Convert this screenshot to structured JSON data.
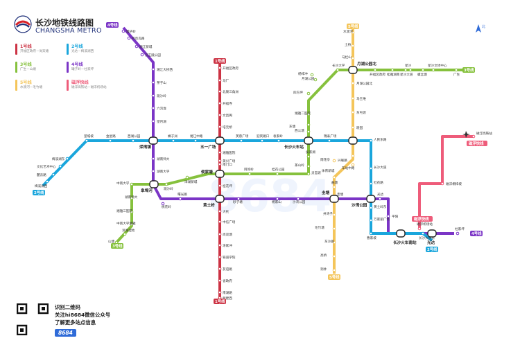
{
  "title": {
    "cn": "长沙地铁线路图",
    "en": "CHANGSHA METRO"
  },
  "colors": {
    "line1": "#cc3344",
    "line2": "#1aa6dc",
    "line3": "#86c13d",
    "line4": "#7b35c6",
    "line5": "#f4c55a",
    "maglev": "#ee5c7a",
    "brand": "#1e2f78"
  },
  "legend": [
    {
      "name": "1号线",
      "route": "开福区政府－尚双塘",
      "color": "#cc3344"
    },
    {
      "name": "2号线",
      "route": "光达－梅溪湖西",
      "color": "#1aa6dc"
    },
    {
      "name": "3号线",
      "route": "广生－山塘",
      "color": "#86c13d"
    },
    {
      "name": "4号线",
      "route": "罐子岭－杜家坪",
      "color": "#7b35c6"
    },
    {
      "name": "5号线",
      "route": "水渡河－毛竹塘",
      "color": "#f4c55a"
    },
    {
      "name": "磁浮快线",
      "route": "磁浮高铁站－磁浮机场站",
      "color": "#ee5c7a"
    }
  ],
  "tags": {
    "l1_top": "1号线",
    "l1_bottom": "1号线",
    "l2_left": "2号线",
    "l2_right": "2号线",
    "l3_left": "3号线",
    "l3_right": "3号线",
    "l4_top": "4号线",
    "l4_right": "4号线",
    "l5_top": "5号线",
    "l5_bottom": "5号线",
    "maglev_a": "磁浮快线",
    "maglev_b": "磁浮快线"
  },
  "transfer_stations": {
    "s1": "溁湾镇",
    "s2": "五一广场",
    "s3": "长沙火车站",
    "s4": "侯家塘",
    "s5": "阜埠河",
    "s6": "黄土岭",
    "s7": "月湖公园北",
    "s8": "沙湾公园",
    "s9": "圭塘",
    "s10": "长沙火车南站",
    "s11": "光达"
  },
  "stations": {
    "l1": [
      "开福区政府",
      "马厂",
      "北辰三角洲",
      "开福寺",
      "文昌阁",
      "培元桥",
      "湘雅医院",
      "黄兴广场",
      "南门口",
      "桂花坪",
      "大托",
      "中信广场",
      "尚双塘",
      "涂家冲",
      "铁道学院",
      "友谊路",
      "省政府",
      "南湖路",
      "新建西"
    ],
    "l2": [
      "梅溪湖西",
      "麓云路",
      "文化艺术中心",
      "梅溪湖东",
      "望城坡",
      "金星路",
      "西湖公园",
      "橘子洲",
      "湘江中路",
      "芙蓉广场",
      "迎宾路口",
      "袁家岭",
      "锦泰广场",
      "人民东路",
      "长沙大道",
      "杜花路",
      "黄土岭东",
      "万家丽广场",
      "曹家坡",
      "长沙大道东"
    ],
    "l3": [
      "广生",
      "星沙文体中心",
      "星沙",
      "松雅湖南",
      "长沙大学",
      "开福区政府",
      "四方坪",
      "湘雅二医院",
      "东塘",
      "侯家湖",
      "桂花公园",
      "阿弥岭",
      "中南大学",
      "湖南师大",
      "湘雅三医院",
      "中南大学湘雅",
      "洋湖湿地",
      "山塘",
      "灵官渡",
      "洋湖新城",
      "观沙岭",
      "月湖公园",
      "星沙大道",
      "螺丝塘",
      "杨梓冲",
      "西公塘",
      "茶山岭"
    ],
    "l4": [
      "罐子岭",
      "月亮岛路",
      "湘江新城",
      "汉王陵公园",
      "湘江大桥西",
      "茶子山",
      "观沙岭",
      "六沟垅",
      "望月湖",
      "湖南师大",
      "湖南大学",
      "桃花岭",
      "曙光路",
      "砂子塘",
      "杨家山",
      "沙湾公园",
      "平阳",
      "杜家坪",
      "光达"
    ],
    "l5": [
      "水渡河",
      "土桥",
      "马栏山",
      "月湖公园北",
      "马王堆",
      "东屯渡",
      "晓园",
      "体育新城",
      "雨花亭",
      "井湾子",
      "毛竹塘",
      "东沙路",
      "高桥",
      "洞井",
      "兴联路",
      "车站中路",
      "曲塘",
      "圭塘"
    ],
    "maglev": [
      "磁浮高铁站",
      "磁浮机场站",
      "磁浮桐梓坡"
    ]
  },
  "qr": {
    "line1": "识别二维码",
    "line2": "关注hi8684微信公众号",
    "line3": "了解更多站点信息",
    "badge": "8684"
  }
}
